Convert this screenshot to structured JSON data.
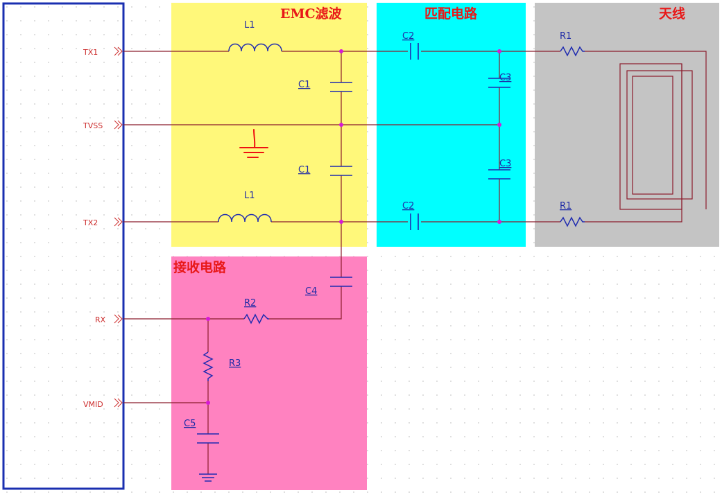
{
  "colors": {
    "background": "#ffffff",
    "grid_dot": "#c8c8c8",
    "chip_border": "#1a2fb0",
    "wire": "#8b1c2c",
    "component": "#1f2bb0",
    "junction": "#d61ad6",
    "pin_text": "#cc2b2b",
    "ref_text": "#1f2ba6",
    "zone_title": "#e81818",
    "zone_emc": "#fff87a",
    "zone_match": "#00ffff",
    "zone_antenna": "#c4c4c4",
    "zone_receive": "#ff82c0",
    "hand_ground": "#ee1111"
  },
  "zones": {
    "emc": "EMC滤波",
    "matching": "匹配电路",
    "antenna": "天线",
    "receive": "接收电路"
  },
  "pins": {
    "tx1": "TX1",
    "tvss": "TVSS",
    "tx2": "TX2",
    "rx": "RX",
    "vmid": "VMID"
  },
  "refs": {
    "l1_top": "L1",
    "l1_bottom": "L1",
    "c1_top": "C1",
    "c1_bottom": "C1",
    "c2_top": "C2",
    "c2_bottom": "C2",
    "c3_top": "C3",
    "c3_bottom": "C3",
    "r1_top": "R1",
    "r1_bottom": "R1",
    "r2": "R2",
    "r3": "R3",
    "c4": "C4",
    "c5": "C5"
  }
}
